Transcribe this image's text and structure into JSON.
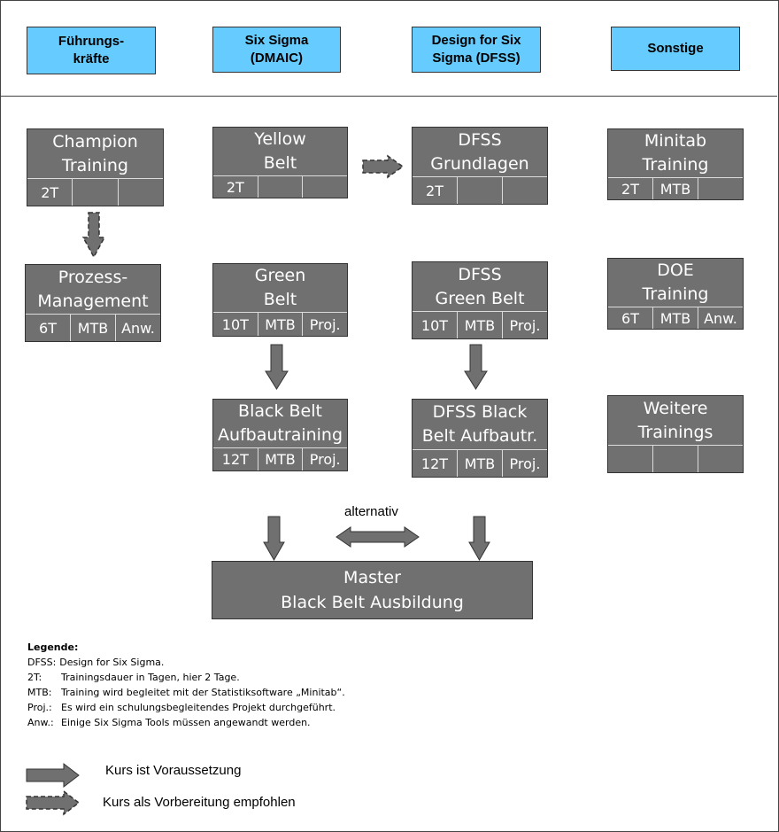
{
  "categories": {
    "fuehrung": "Führungs-\nkräfte",
    "dmaic": "Six Sigma\n(DMAIC)",
    "dfss": "Design for Six\nSigma (DFSS)",
    "sonstige": "Sonstige"
  },
  "courses": {
    "champion": {
      "title": "Champion\nTraining",
      "c1": "2T",
      "c2": "",
      "c3": ""
    },
    "prozess": {
      "title": "Prozess-\nManagement",
      "c1": "6T",
      "c2": "MTB",
      "c3": "Anw."
    },
    "yellow": {
      "title": "Yellow\nBelt",
      "c1": "2T",
      "c2": "",
      "c3": ""
    },
    "green": {
      "title": "Green\nBelt",
      "c1": "10T",
      "c2": "MTB",
      "c3": "Proj."
    },
    "blackbelt": {
      "title": "Black Belt\nAufbautraining",
      "c1": "12T",
      "c2": "MTB",
      "c3": "Proj."
    },
    "dfss_grund": {
      "title": "DFSS\nGrundlagen",
      "c1": "2T",
      "c2": "",
      "c3": ""
    },
    "dfss_green": {
      "title": "DFSS\nGreen Belt",
      "c1": "10T",
      "c2": "MTB",
      "c3": "Proj."
    },
    "dfss_black": {
      "title": "DFSS Black\nBelt Aufbautr.",
      "c1": "12T",
      "c2": "MTB",
      "c3": "Proj."
    },
    "minitab": {
      "title": "Minitab\nTraining",
      "c1": "2T",
      "c2": "MTB",
      "c3": ""
    },
    "doe": {
      "title": "DOE\nTraining",
      "c1": "6T",
      "c2": "MTB",
      "c3": "Anw."
    },
    "weitere": {
      "title": "Weitere\nTrainings",
      "c1": "",
      "c2": "",
      "c3": ""
    },
    "master": {
      "title": "Master\nBlack Belt Ausbildung"
    }
  },
  "alternativ_label": "alternativ",
  "legend": {
    "heading": "Legende:",
    "rows": [
      {
        "key": "DFSS:",
        "text": "Design for Six Sigma."
      },
      {
        "key": "2T:",
        "text": "Trainingsdauer in Tagen, hier 2 Tage."
      },
      {
        "key": "MTB:",
        "text": "Training wird begleitet mit der Statistiksoftware „Minitab“."
      },
      {
        "key": "Proj.:",
        "text": "Es wird ein schulungsbegleitendes Projekt durchgeführt."
      },
      {
        "key": "Anw.:",
        "text": "Einige Six Sigma Tools müssen angewandt werden."
      }
    ],
    "solid_arrow_label": "Kurs ist Voraussetzung",
    "dashed_arrow_label": "Kurs als Vorbereitung empfohlen"
  },
  "colors": {
    "category_fill": "#66ccff",
    "box_fill": "#707070",
    "arrow_fill": "#707070"
  }
}
